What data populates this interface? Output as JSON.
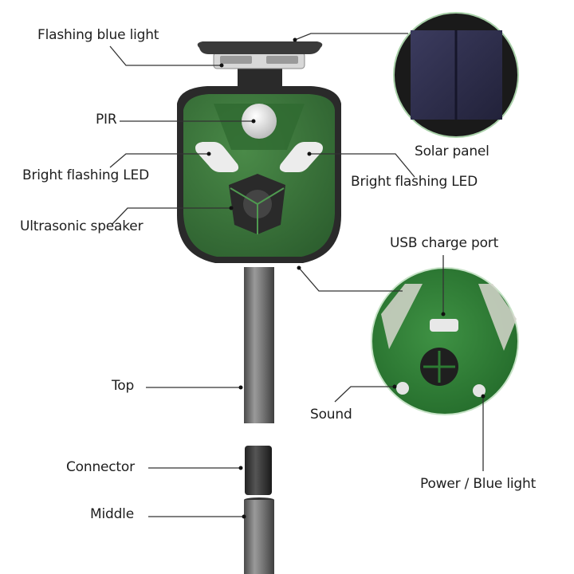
{
  "labels": {
    "flashing_blue_light": "Flashing blue light",
    "pir": "PIR",
    "solar_panel": "Solar panel",
    "bright_flashing_led_left": "Bright flashing LED",
    "bright_flashing_led_right": "Bright flashing LED",
    "ultrasonic_speaker": "Ultrasonic speaker",
    "usb_charge_port": "USB charge port",
    "top": "Top",
    "sound": "Sound",
    "connector": "Connector",
    "middle": "Middle",
    "power_blue_light": "Power / Blue light"
  },
  "colors": {
    "device_green": "#3a7a3c",
    "device_dark": "#2b2b2b",
    "pole_gray": "#6a6a6a",
    "solar_blue": "#2a2a4a",
    "leader_line": "#333333"
  }
}
